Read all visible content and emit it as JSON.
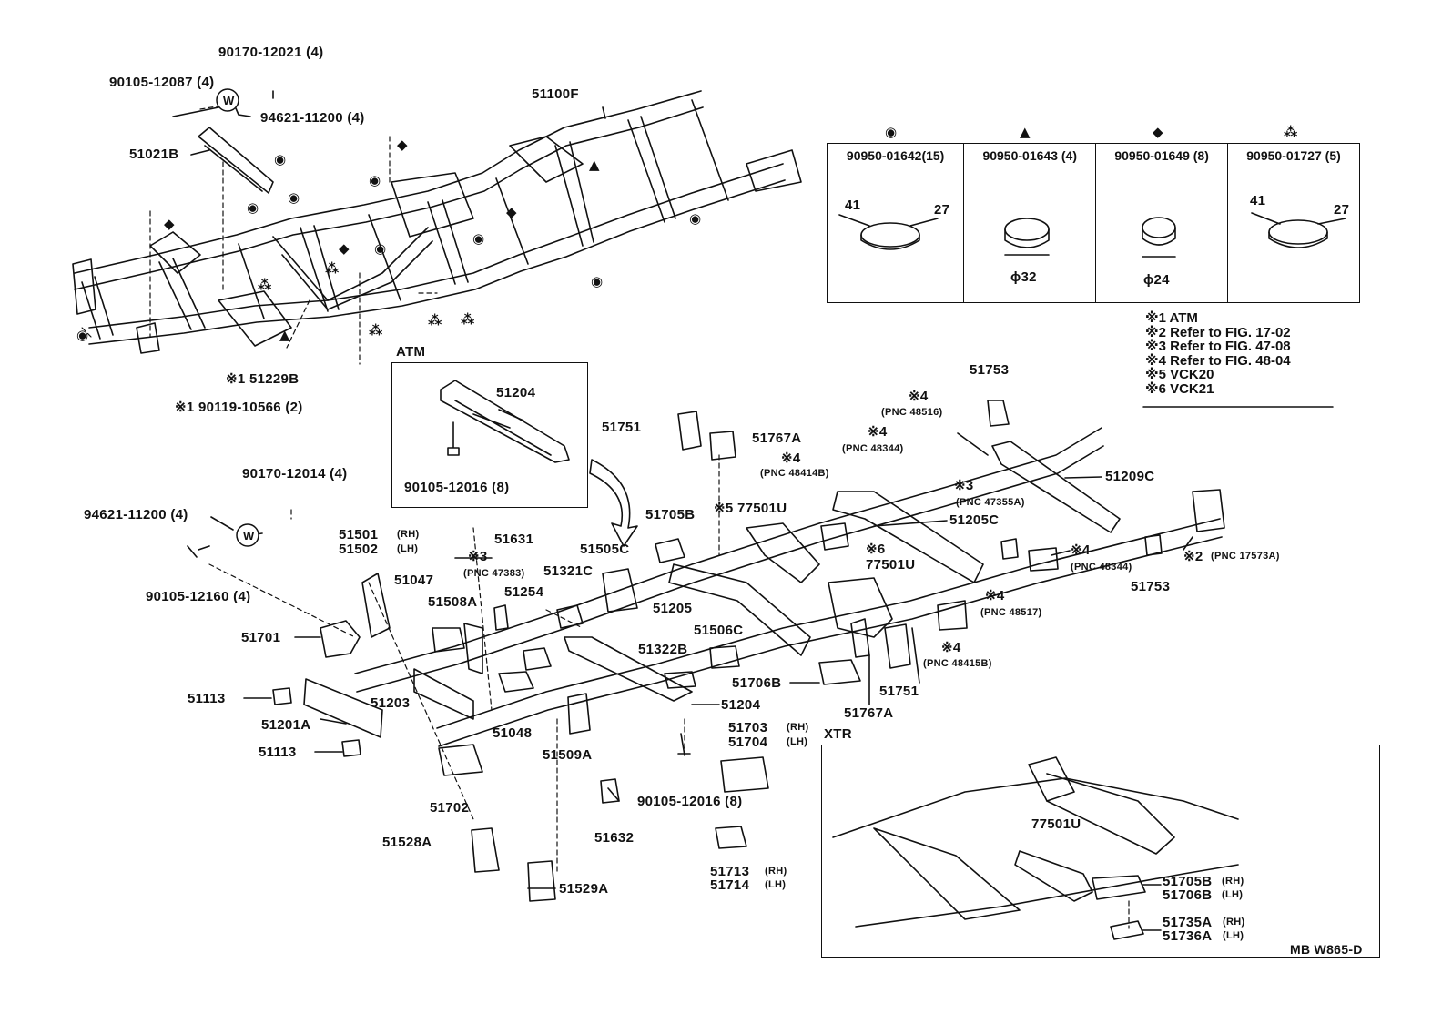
{
  "diagram": {
    "code": "MB  W865-D",
    "boxes": {
      "atm_label": "ATM",
      "xtr_label": "XTR"
    },
    "grommet_table": {
      "columns": [
        {
          "part": "90950-01642(15)",
          "dims": [
            "41",
            "27"
          ]
        },
        {
          "part": "90950-01643 (4)",
          "dims": [
            "ϕ32"
          ]
        },
        {
          "part": "90950-01649 (8)",
          "dims": [
            "ϕ24"
          ]
        },
        {
          "part": "90950-01727 (5)",
          "dims": [
            "41",
            "27"
          ]
        }
      ]
    },
    "notes": [
      "※1 ATM",
      "※2 Refer  to  FIG. 17-02",
      "※3 Refer  to  FIG. 47-08",
      "※4 Refer  to  FIG. 48-04",
      "※5 VCK20",
      "※6 VCK21"
    ],
    "labels": {
      "l01": "90170-12021 (4)",
      "l02": "90105-12087 (4)",
      "l03": "94621-11200 (4)",
      "l04": "51021B",
      "l05": "51100F",
      "l06": "※1 51229B",
      "l07": "※1 90119-10566 (2)",
      "l08": "51204",
      "l09": "90105-12016 (8)",
      "l10": "90170-12014 (4)",
      "l11": "94621-11200 (4)",
      "l12": "90105-12160 (4)",
      "l13": "51501",
      "l13s": "(RH)",
      "l14": "51502",
      "l14s": "(LH)",
      "l15": "51631",
      "l16": "※3",
      "l16s": "(PNC 47383)",
      "l17": "51047",
      "l18": "51508A",
      "l19": "51321C",
      "l20": "51254",
      "l21": "51505C",
      "l22": "51705B",
      "l23": "51701",
      "l24": "51205",
      "l25": "51113",
      "l26": "51203",
      "l27": "51201A",
      "l28": "51113",
      "l29": "51048",
      "l30": "51509A",
      "l31": "51702",
      "l32": "51528A",
      "l33": "51529A",
      "l34": "51632",
      "l35": "51322B",
      "l36": "51506C",
      "l37": "51706B",
      "l38": "51204",
      "l39": "51703",
      "l39s": "(RH)",
      "l40": "51704",
      "l40s": "(LH)",
      "l41": "90105-12016 (8)",
      "l42": "51713",
      "l42s": "(RH)",
      "l43": "51714",
      "l43s": "(LH)",
      "l44": "51751",
      "l45": "51767A",
      "l46": "※5 77501U",
      "l47": "※4",
      "l47s": "(PNC 48414B)",
      "l48": "※4",
      "l48s": "(PNC 48344)",
      "l49": "※4",
      "l49s": "(PNC 48516)",
      "l50": "51753",
      "l51": "※3",
      "l51s": "(PNC 47355A)",
      "l52": "51209C",
      "l53": "51205C",
      "l54": "※6",
      "l55": "77501U",
      "l56": "※4",
      "l56s": "(PNC 48344)",
      "l57": "※2",
      "l57s": "(PNC 17573A)",
      "l58": "51753",
      "l59": "※4",
      "l59s": "(PNC 48517)",
      "l60": "※4",
      "l60s": "(PNC 48415B)",
      "l61": "51751",
      "l62": "51767A",
      "l63": "77501U",
      "l64": "51705B",
      "l64s": "(RH)",
      "l65": "51706B",
      "l65s": "(LH)",
      "l66": "51735A",
      "l66s": "(RH)",
      "l67": "51736A",
      "l67s": "(LH)"
    }
  }
}
